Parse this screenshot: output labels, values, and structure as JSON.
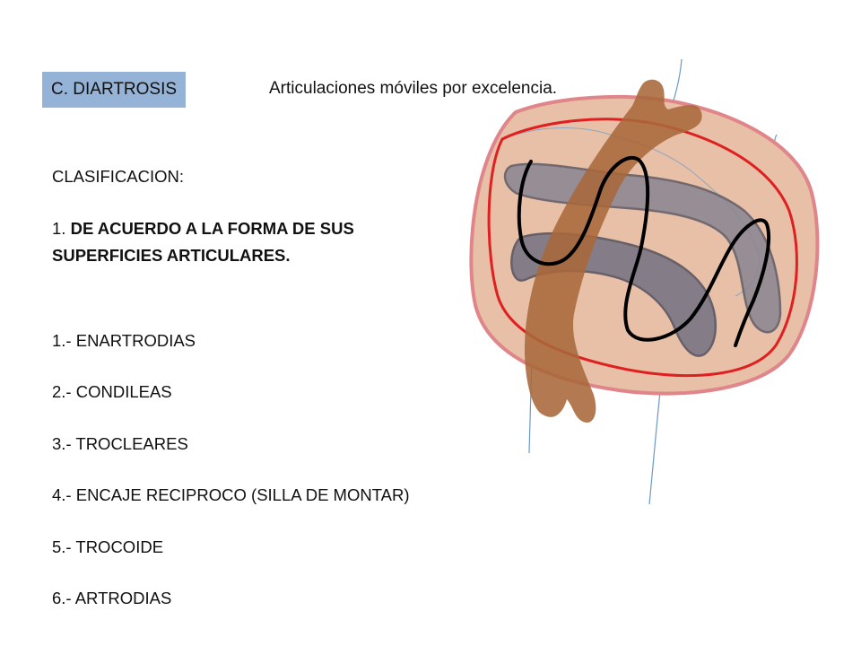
{
  "slide": {
    "tag_label": "C. DIARTROSIS",
    "subtitle": "Articulaciones móviles por excelencia.",
    "classification_label": "CLASIFICACION:",
    "criterion_number": "1.",
    "criterion_line1": " DE ACUERDO A LA FORMA DE SUS",
    "criterion_line2": "SUPERFICIES ARTICULARES.",
    "items": [
      "1.- ENARTRODIAS",
      "2.- CONDILEAS",
      "3.- TROCLEARES",
      "4.- ENCAJE RECIPROCO (SILLA DE MONTAR)",
      "5.- TROCOIDE",
      "6.- ARTRODIAS"
    ]
  },
  "colors": {
    "tag_background": "#95b3d7",
    "capsule_fill": "#e8c0a8",
    "capsule_outline": "#e0868a",
    "synovial_line": "#e02020",
    "bone_fill": "#8a8592",
    "ligament_fill": "#a8683a",
    "nerve_line": "#6a9ac6"
  }
}
